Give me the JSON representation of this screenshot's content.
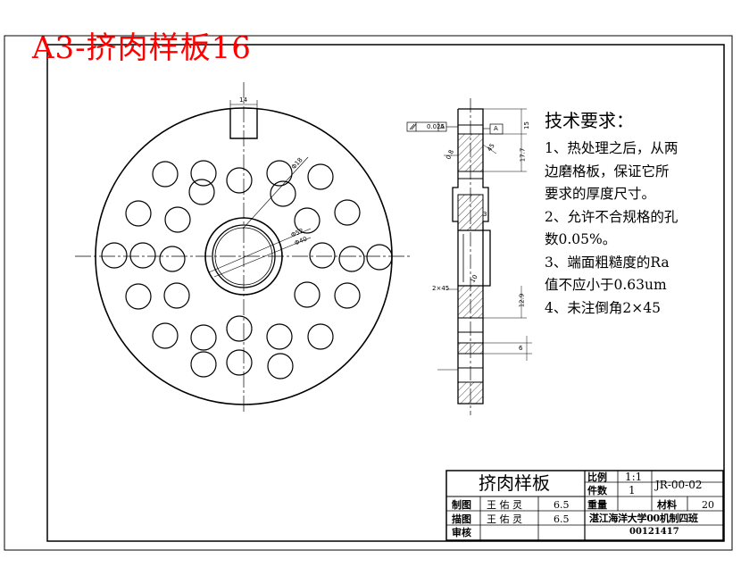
{
  "heading": "A3-挤肉样板16",
  "technical_requirements": {
    "title": "技术要求：",
    "lines": [
      "1、热处理之后，从两",
      "边磨格板，保证它所",
      "要求的厚度尺寸。",
      "2、允许不合规格的孔",
      "数0.05%。",
      "3、端面粗糙度的Ra",
      "值不应小于0.63um",
      "4、未注倒角2×45"
    ]
  },
  "title_block": {
    "part_name": "挤肉样板",
    "scale_label": "比例",
    "scale_value": "1:1",
    "quantity_label": "件数",
    "quantity_value": "1",
    "drawing_number": "JR-00-02",
    "weight_label": "重量",
    "material_label": "材料",
    "material_value": "20",
    "drawn_label": "制图",
    "drawn_name": "王 佑 灵",
    "drawn_date": "6.5",
    "traced_label": "描图",
    "traced_name": "王 佑 灵",
    "traced_date": "6.5",
    "checked_label": "审核",
    "school": "湛江海洋大学00机制四班",
    "student_id": "00121417"
  },
  "dimensions": {
    "keyway_width": "14",
    "hole_diameter": "Φ18",
    "bore_diameter_1": "Φ52",
    "bore_diameter_2": "Φ40",
    "tolerance_frame": "0.025",
    "tolerance_datum": "A",
    "datum_label": "A",
    "thickness_top": "15",
    "top_section_size": "17.7",
    "side_dim_left": "0.8",
    "side_dim_right": "45",
    "step_dim": "3",
    "chamfer": "2×45",
    "inner_dim": "10",
    "lower_section_size": "12.9",
    "bottom_dim": "6"
  }
}
